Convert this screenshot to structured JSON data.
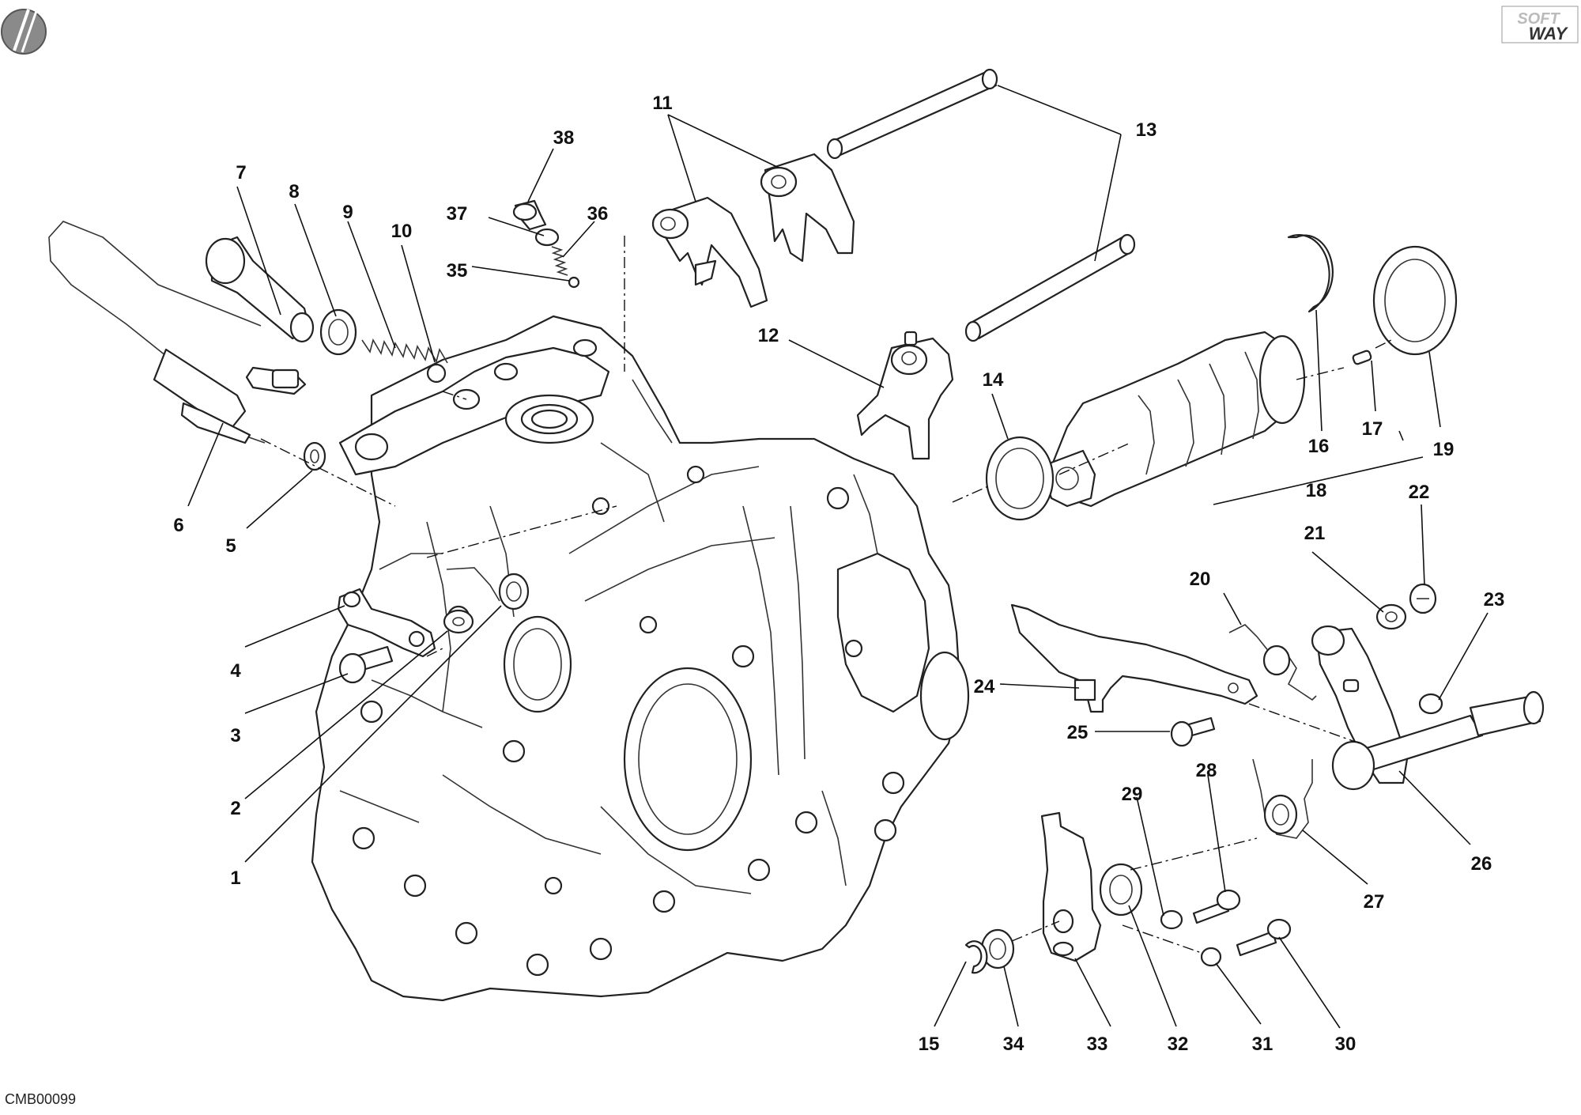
{
  "drawing_code": "CMB00099",
  "logo": {
    "line1": "SOFT",
    "line2": "WAY"
  },
  "callouts": [
    "1",
    "2",
    "3",
    "4",
    "5",
    "6",
    "7",
    "8",
    "9",
    "10",
    "11",
    "12",
    "13",
    "14",
    "15",
    "16",
    "17",
    "18",
    "19",
    "20",
    "21",
    "22",
    "23",
    "24",
    "25",
    "26",
    "27",
    "28",
    "29",
    "30",
    "31",
    "32",
    "33",
    "34",
    "35",
    "36",
    "37",
    "38"
  ]
}
